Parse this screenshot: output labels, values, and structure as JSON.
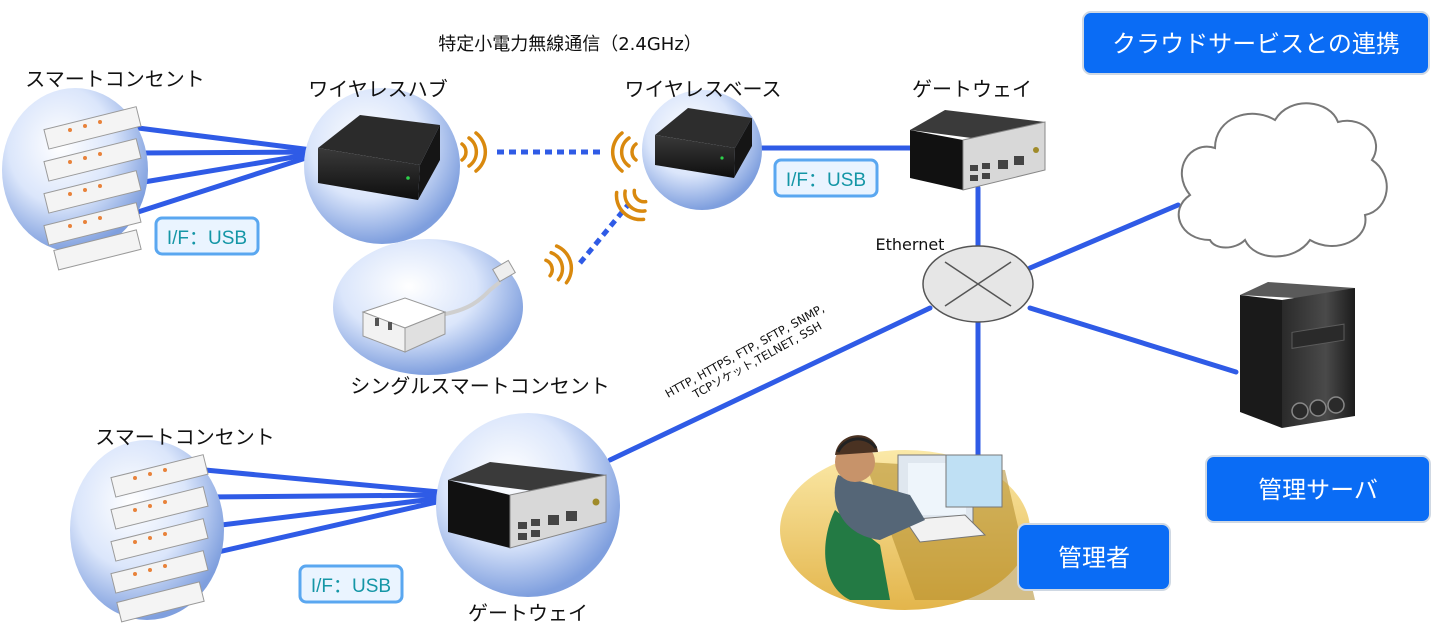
{
  "title": "特定小電力無線通信（2.4GHz）",
  "cloud_button": "クラウドサービスとの連携",
  "labels": {
    "smart_outlet_top": "スマートコンセント",
    "wireless_hub": "ワイヤレスハブ",
    "wireless_base": "ワイヤレスベース",
    "gateway_top": "ゲートウェイ",
    "single_smart_outlet": "シングルスマートコンセント",
    "smart_outlet_bottom": "スマートコンセント",
    "gateway_bottom": "ゲートウェイ",
    "ethernet": "Ethernet"
  },
  "interface_labels": {
    "usb_1": "I/F：USB",
    "usb_2": "I/F：USB",
    "usb_3": "I/F：USB"
  },
  "protocols": {
    "line1": "HTTP, HTTPS, FTP, SFTP, SNMP,",
    "line2": "TCPソケット,TELNET, SSH"
  },
  "buttons": {
    "management_server": "管理サーバ",
    "administrator": "管理者"
  },
  "colors": {
    "line": "#2f5be6",
    "button": "#0a6cf5",
    "usb_border": "#5aa7f0",
    "usb_bg": "#eaf4ff",
    "usb_text": "#1496a6",
    "wave": "#d9890e"
  }
}
